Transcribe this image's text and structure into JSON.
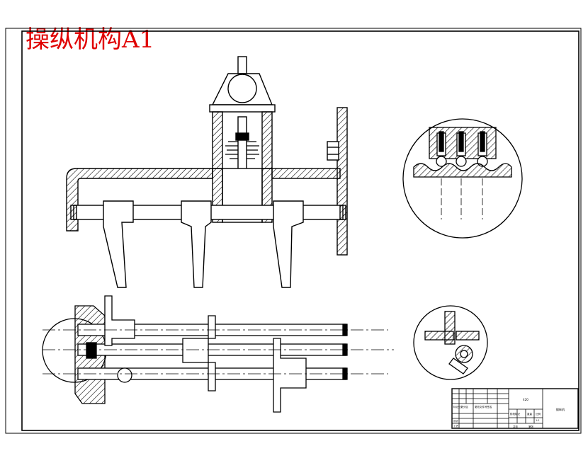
{
  "title": "操纵机构A1",
  "title_color": "#e00000",
  "line_color": "#000000",
  "title_block": {
    "part_code": "420",
    "drawing_name": "操纵机",
    "row_left_1": "标记处数分区",
    "row_left_2": "更改文件号签名",
    "row_left_3": "设计",
    "row_left_4": "工艺",
    "stage_mark": "阶段标记",
    "weight": "重量",
    "scale_label": "比例",
    "scale_value": "1:1",
    "sheet_total": "共张",
    "sheet_no": "第张"
  }
}
